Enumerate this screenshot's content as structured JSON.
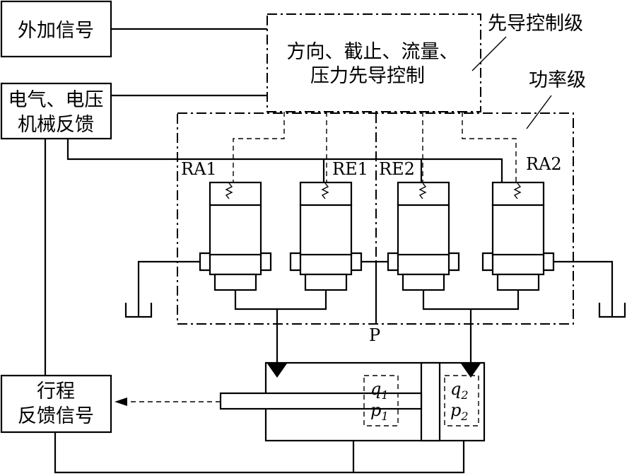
{
  "blocks": {
    "external_signal": "外加信号",
    "feedback_line1": "电气、电压",
    "feedback_line2": "机械反馈",
    "pilot_line1": "方向、截止、流量、",
    "pilot_line2": "压力先导控制",
    "stroke_line1": "行程",
    "stroke_line2": "反馈信号"
  },
  "callouts": {
    "pilot_stage": "先导控制级",
    "power_stage": "功率级"
  },
  "valves": {
    "ra1": "RA1",
    "re1": "RE1",
    "re2": "RE2",
    "ra2": "RA2"
  },
  "port_p": "P",
  "cylinder": {
    "left_q": "q",
    "left_q_sub": "1",
    "left_p": "p",
    "left_p_sub": "1",
    "right_q": "q",
    "right_q_sub": "2",
    "right_p": "p",
    "right_p_sub": "2"
  }
}
